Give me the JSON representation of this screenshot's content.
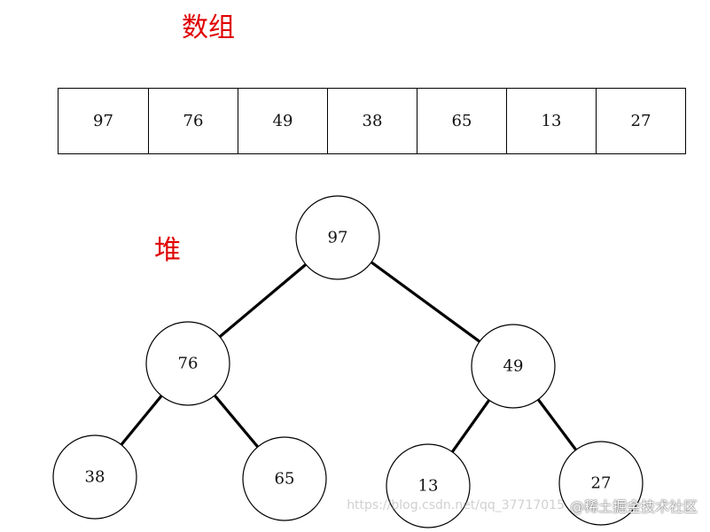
{
  "array": {
    "title": "数组",
    "values": [
      "97",
      "76",
      "49",
      "38",
      "65",
      "13",
      "27"
    ]
  },
  "heap": {
    "title": "堆",
    "nodes": [
      "97",
      "76",
      "49",
      "38",
      "65",
      "13",
      "27"
    ],
    "edges": [
      [
        0,
        1
      ],
      [
        0,
        2
      ],
      [
        1,
        3
      ],
      [
        1,
        4
      ],
      [
        2,
        5
      ],
      [
        2,
        6
      ]
    ]
  },
  "watermark": {
    "url": "https://blog.csdn.net/qq_37717015",
    "brand": "@稀土掘金技术社区"
  }
}
